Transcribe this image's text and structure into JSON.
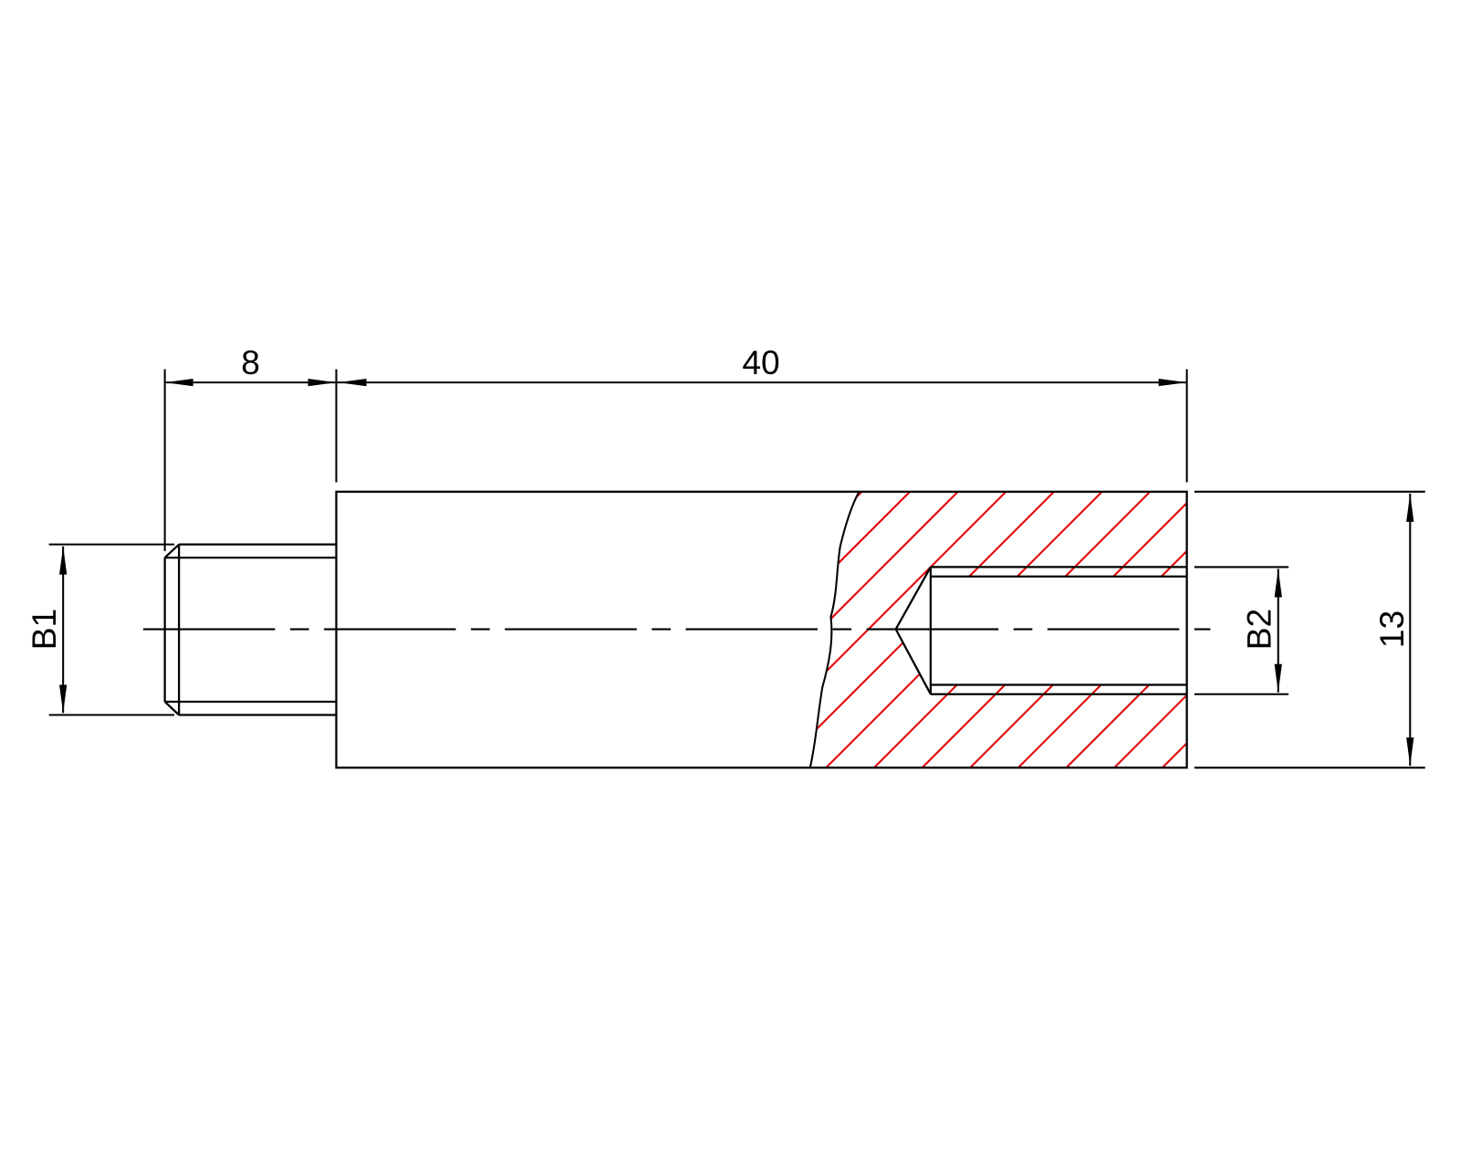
{
  "drawing": {
    "dimensions": {
      "stud_length": "8",
      "body_length": "40",
      "outer_diameter": "13",
      "stud_thread": "B1",
      "hole_thread": "B2"
    },
    "colors": {
      "line": "#000000",
      "hatch": "#e00000",
      "background": "#ffffff"
    }
  }
}
